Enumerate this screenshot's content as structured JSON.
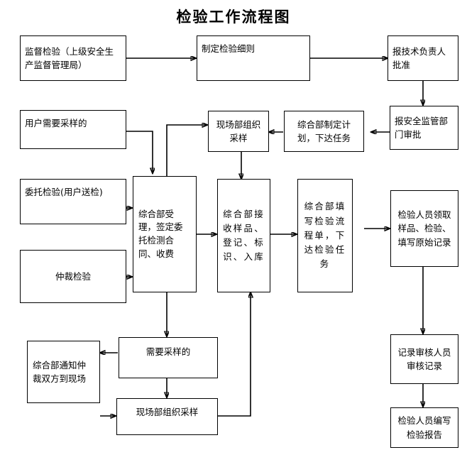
{
  "document": {
    "title": "检验工作流程图"
  },
  "nodes": [
    {
      "id": "supervise",
      "label": "监督检验（上级安全生产监督管理局）"
    },
    {
      "id": "make-rules",
      "label": "制定检验细则"
    },
    {
      "id": "tech-approve",
      "label": "报技术负责人批准"
    },
    {
      "id": "safety-approve",
      "label": "报安全监管部门审批"
    },
    {
      "id": "plan-task",
      "label": "综合部制定计划，下达任务"
    },
    {
      "id": "site-sampling-top",
      "label": "现场部组织采样"
    },
    {
      "id": "user-need-sample",
      "label": "用户需要采样的"
    },
    {
      "id": "entrust-test",
      "label": "委托检验(用户送检)"
    },
    {
      "id": "arbitration-test",
      "label": "仲裁检验"
    },
    {
      "id": "accept-contract",
      "label": "综合部受理，签定委托检测合同、收费"
    },
    {
      "id": "receive-sample",
      "label": "综合部接收样品、登记、标识、入库"
    },
    {
      "id": "flow-sheet",
      "label": "综合部填写检验流程单，下达检验任务"
    },
    {
      "id": "inspector-work",
      "label": "检验人员领取样品、检验、填写原始记录"
    },
    {
      "id": "record-review",
      "label": "记录审核人员审核记录"
    },
    {
      "id": "write-report",
      "label": "检验人员编写检验报告"
    },
    {
      "id": "need-sample-low",
      "label": "需要采样的"
    },
    {
      "id": "notify-parties",
      "label": "综合部通知仲裁双方到现场"
    },
    {
      "id": "site-sampling-bot",
      "label": "现场部组织采样"
    }
  ],
  "theme": {
    "stroke": "#000000",
    "fill": "#ffffff",
    "text": "#000000"
  }
}
